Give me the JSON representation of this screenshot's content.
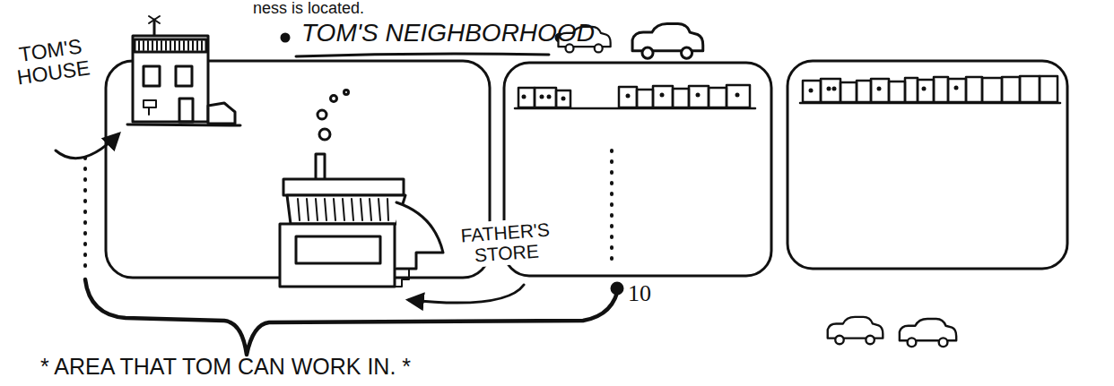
{
  "diagram": {
    "title": "TOM'S NEIGHBORHOOD",
    "labels": [
      "ness is located.",
      "TOM'S HOUSE",
      "FATHER'S STORE",
      "10",
      "* AREA THAT TOM CAN WORK IN. *"
    ]
  }
}
